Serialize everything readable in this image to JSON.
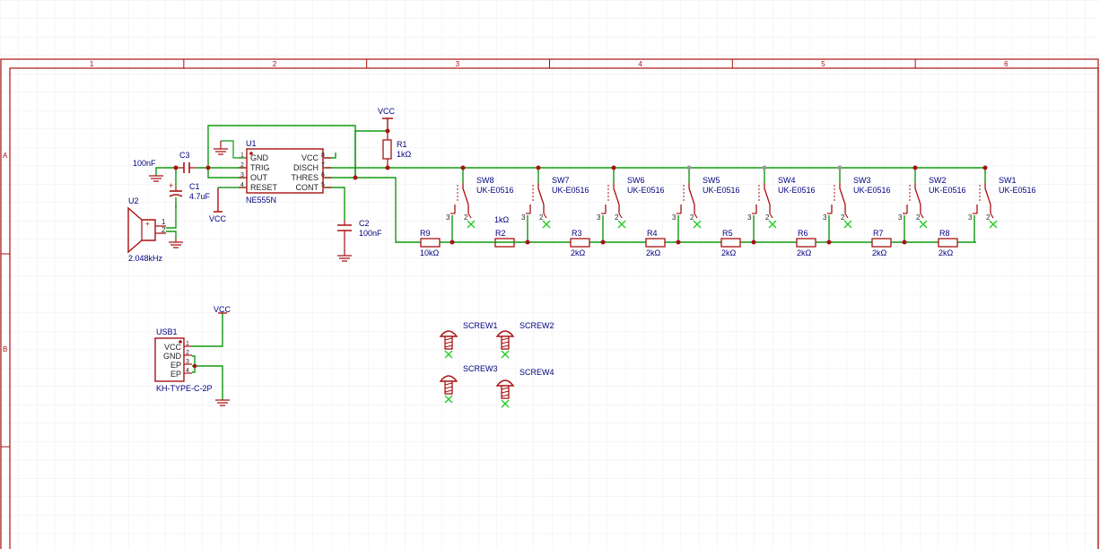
{
  "colors": {
    "grid": "#eeeeee",
    "frame": "#aa1111",
    "wire": "#119911",
    "part": "#aa1111",
    "label": "#000080",
    "pin": "#222222",
    "noconnect": "#22cc22",
    "junction": "#aa1111"
  },
  "frame": {
    "columns": [
      "1",
      "2",
      "3",
      "4",
      "5",
      "6"
    ],
    "rows": [
      "A",
      "B"
    ]
  },
  "power": {
    "vcc": "VCC"
  },
  "u1": {
    "ref": "U1",
    "value": "NE555N",
    "left_pins": [
      {
        "num": "1",
        "name": "GND"
      },
      {
        "num": "2",
        "name": "TRIG"
      },
      {
        "num": "3",
        "name": "OUT"
      },
      {
        "num": "4",
        "name": "RESET"
      }
    ],
    "right_pins": [
      {
        "num": "8",
        "name": "VCC"
      },
      {
        "num": "7",
        "name": "DISCH"
      },
      {
        "num": "6",
        "name": "THRES"
      },
      {
        "num": "5",
        "name": "CONT"
      }
    ]
  },
  "passives": {
    "r1": {
      "ref": "R1",
      "value": "1kΩ"
    },
    "c1": {
      "ref": "C1",
      "value": "4.7uF"
    },
    "c2": {
      "ref": "C2",
      "value": "100nF"
    },
    "c3": {
      "ref": "C3",
      "value": "100nF"
    },
    "r9": {
      "ref": "R9",
      "value": "10kΩ"
    },
    "r2": {
      "ref": "R2",
      "value": "1kΩ"
    }
  },
  "speaker": {
    "ref": "U2",
    "value": "2.048kHz",
    "pin1": "1",
    "pin2": "2"
  },
  "ladder_resistors": [
    {
      "ref": "R3",
      "value": "2kΩ"
    },
    {
      "ref": "R4",
      "value": "2kΩ"
    },
    {
      "ref": "R5",
      "value": "2kΩ"
    },
    {
      "ref": "R6",
      "value": "2kΩ"
    },
    {
      "ref": "R7",
      "value": "2kΩ"
    },
    {
      "ref": "R8",
      "value": "2kΩ"
    }
  ],
  "switches": [
    {
      "ref": "SW8",
      "value": "UK-E0516"
    },
    {
      "ref": "SW7",
      "value": "UK-E0516"
    },
    {
      "ref": "SW6",
      "value": "UK-E0516"
    },
    {
      "ref": "SW5",
      "value": "UK-E0516"
    },
    {
      "ref": "SW4",
      "value": "UK-E0516"
    },
    {
      "ref": "SW3",
      "value": "UK-E0516"
    },
    {
      "ref": "SW2",
      "value": "UK-E0516"
    },
    {
      "ref": "SW1",
      "value": "UK-E0516"
    }
  ],
  "switch_pins": {
    "left": "3",
    "right": "2"
  },
  "usb": {
    "ref": "USB1",
    "value": "KH-TYPE-C-2P",
    "pins": [
      {
        "num": "1",
        "name": "VCC"
      },
      {
        "num": "2",
        "name": "GND"
      },
      {
        "num": "3",
        "name": "EP"
      },
      {
        "num": "4",
        "name": "EP"
      }
    ]
  },
  "screws": [
    "SCREW1",
    "SCREW2",
    "SCREW3",
    "SCREW4"
  ]
}
